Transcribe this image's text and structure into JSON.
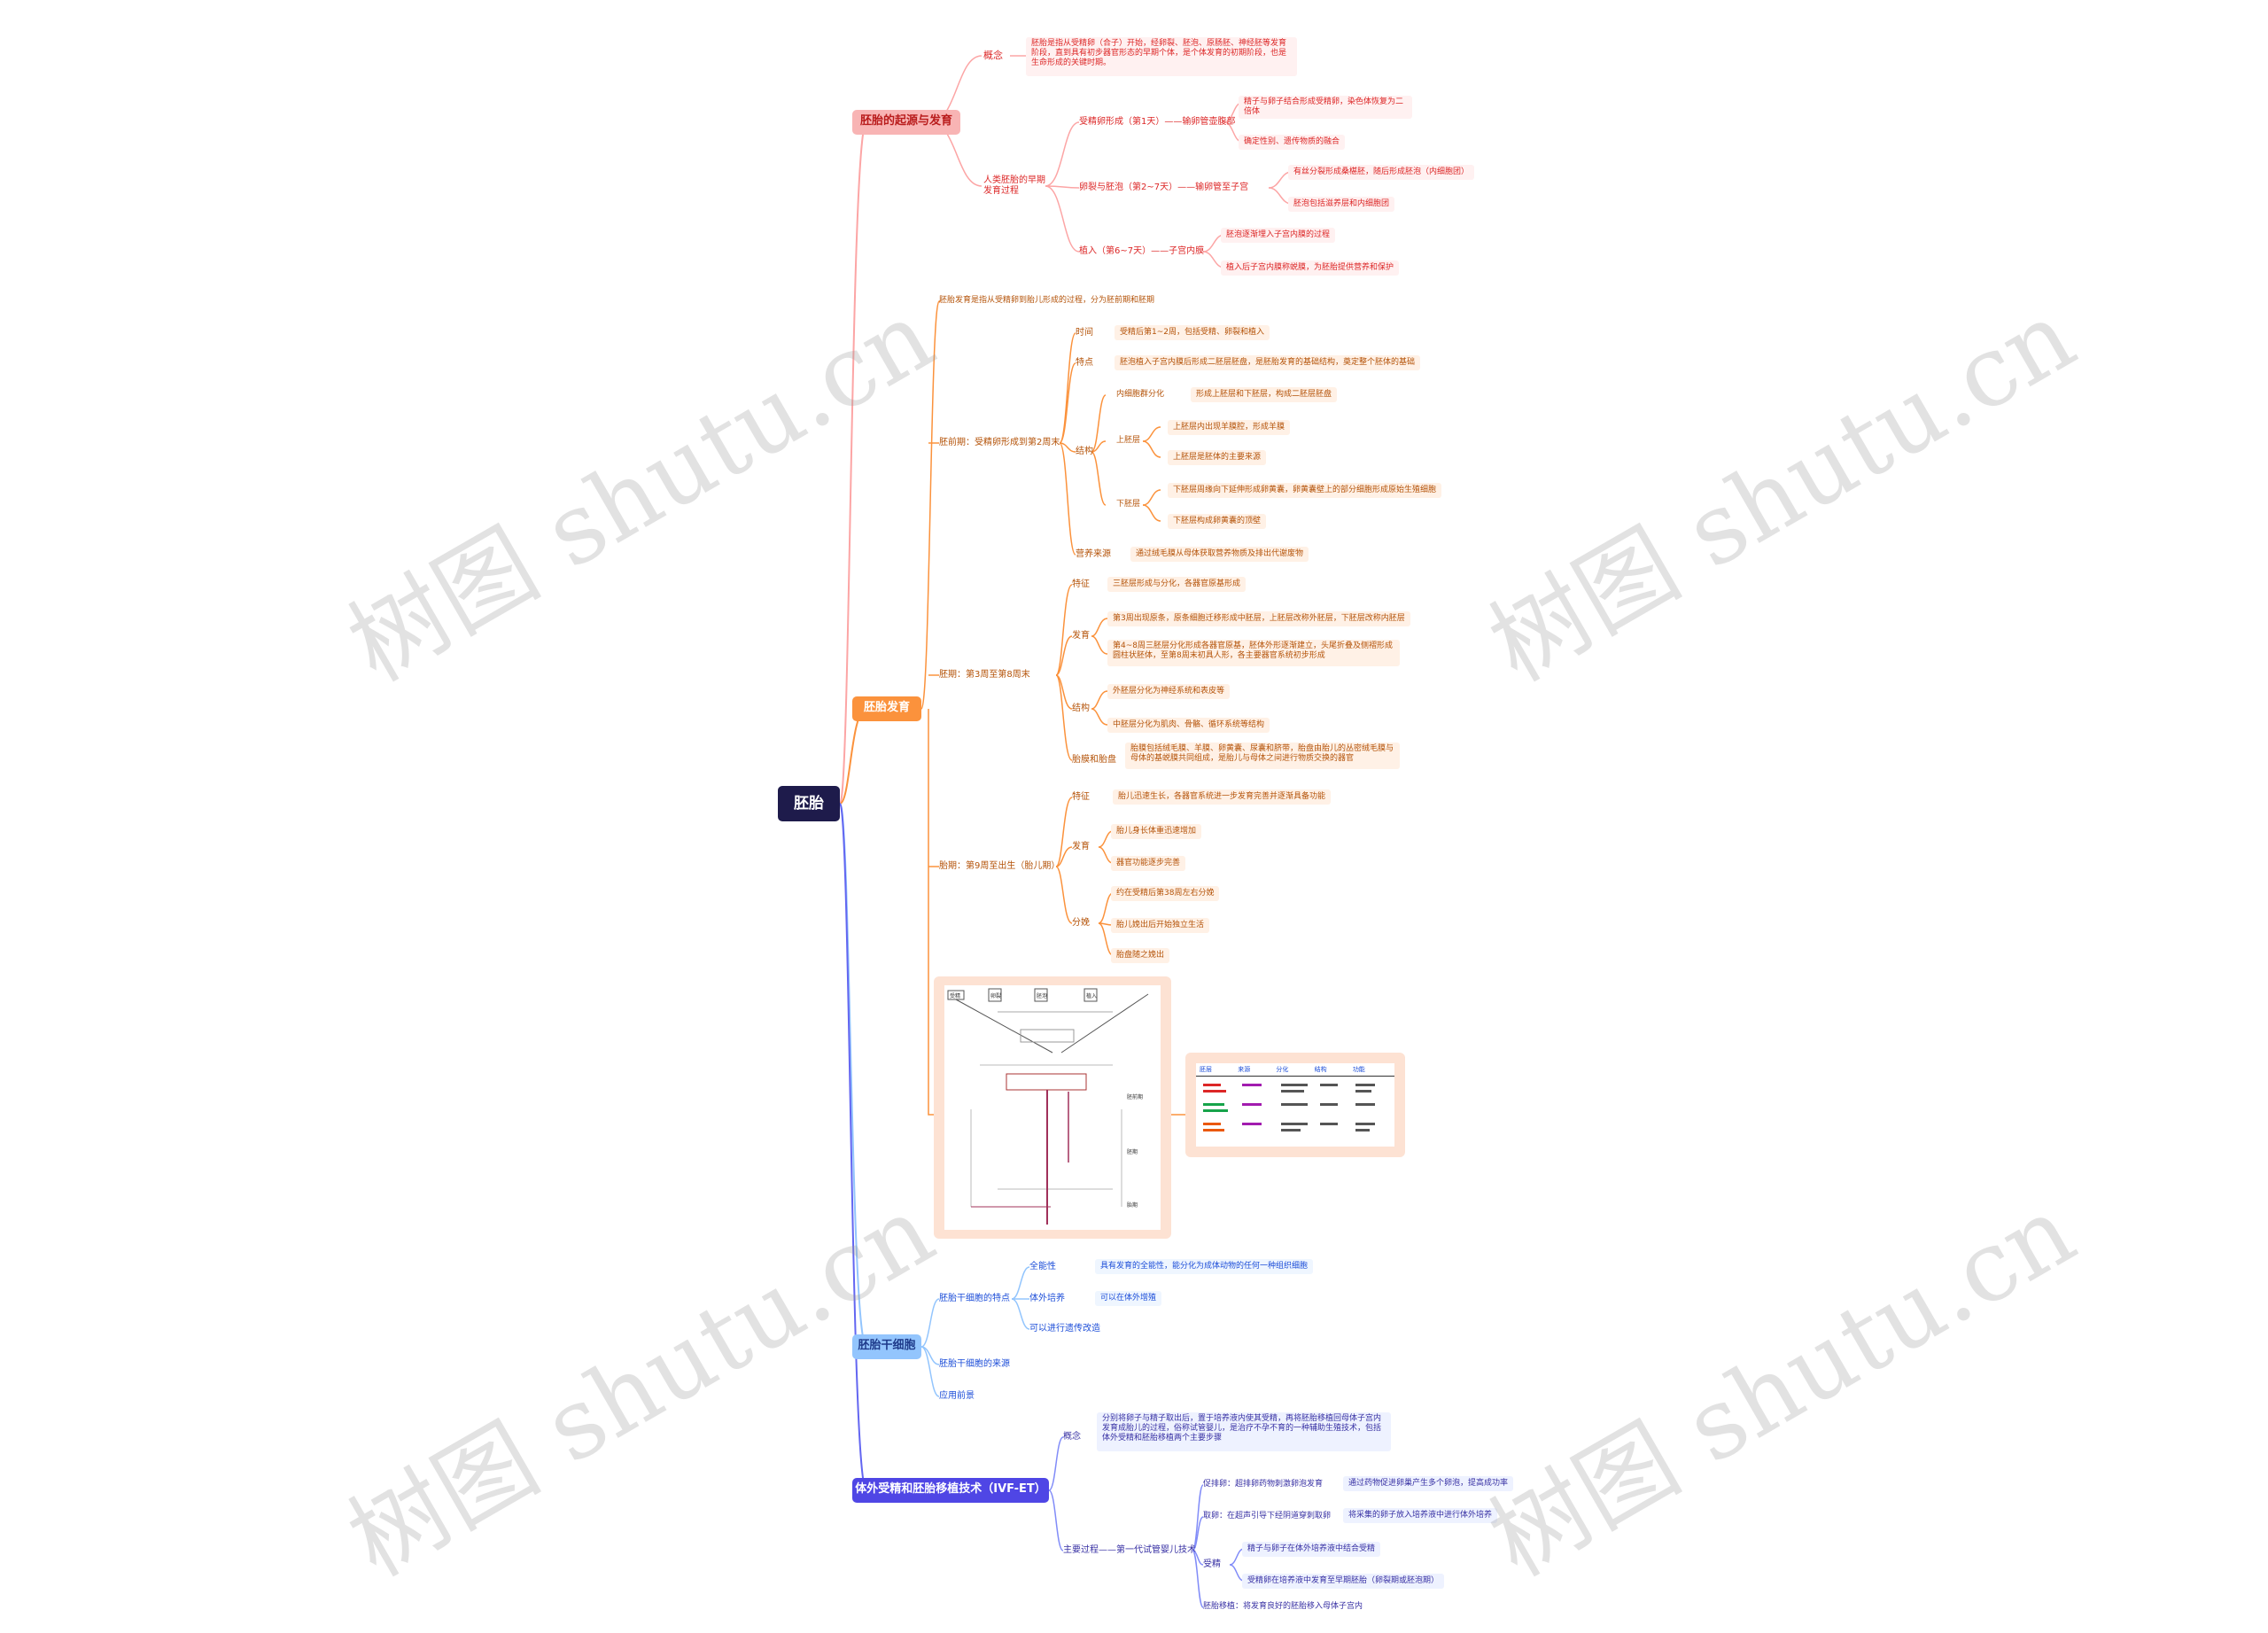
{
  "root": "胚胎",
  "branches": {
    "b1": {
      "label": "胚胎的起源与发育",
      "c1": {
        "label": "概念",
        "text": "胚胎是指从受精卵（合子）开始，经卵裂、胚泡、原肠胚、神经胚等发育阶段，直到具有初步器官形态的早期个体，是个体发育的初期阶段，也是生命形成的关键时期。"
      },
      "c2": {
        "label": "人类胚胎的早期发育过程",
        "g1": {
          "label": "受精卵形成（第1天）——输卵管壶腹部",
          "l1": "精子与卵子结合形成受精卵，染色体恢复为二倍体",
          "l2": "确定性别、遗传物质的融合"
        },
        "g2": {
          "label": "卵裂与胚泡（第2~7天）——输卵管至子宫",
          "l1": "有丝分裂形成桑椹胚，随后形成胚泡（内细胞团）",
          "l2": "胚泡包括滋养层和内细胞团"
        },
        "g3": {
          "label": "植入（第6~7天）——子宫内膜",
          "l1": "胚泡逐渐埋入子宫内膜的过程",
          "l2": "植入后子宫内膜称蜕膜，为胚胎提供营养和保护"
        }
      }
    },
    "b2": {
      "label": "胚胎发育",
      "c0": "胚胎发育是指从受精卵到胎儿形成的过程，分为胚前期和胚期",
      "c1": {
        "label": "胚前期：受精卵形成到第2周末",
        "a1": {
          "label": "时间",
          "text": "受精后第1~2周，包括受精、卵裂和植入"
        },
        "a2": {
          "label": "特点",
          "text": "胚泡植入子宫内膜后形成二胚层胚盘，是胚胎发育的基础结构，奠定整个胚体的基础"
        },
        "a3": {
          "label": "结构",
          "s1": {
            "label": "内细胞群分化",
            "text": "形成上胚层和下胚层，构成二胚层胚盘"
          },
          "s2": {
            "label": "上胚层",
            "l1": "上胚层内出现羊膜腔，形成羊膜",
            "l2": "上胚层是胚体的主要来源"
          },
          "s3": {
            "label": "下胚层",
            "l1": "下胚层周缘向下延伸形成卵黄囊，卵黄囊壁上的部分细胞形成原始生殖细胞",
            "l2": "下胚层构成卵黄囊的顶壁"
          }
        },
        "a4": {
          "label": "营养来源",
          "text": "通过绒毛膜从母体获取营养物质及排出代谢废物"
        }
      },
      "c2": {
        "label": "胚期：第3周至第8周末",
        "a1": {
          "label": "特征",
          "text": "三胚层形成与分化，各器官原基形成"
        },
        "a2": {
          "label": "发育",
          "l1": "第3周出现原条，原条细胞迁移形成中胚层，上胚层改称外胚层，下胚层改称内胚层",
          "l2": "第4~8周三胚层分化形成各器官原基，胚体外形逐渐建立，头尾折叠及侧褶形成圆柱状胚体，至第8周末初具人形，各主要器官系统初步形成"
        },
        "a3": {
          "label": "结构",
          "l1": "外胚层分化为神经系统和表皮等",
          "l2": "中胚层分化为肌肉、骨骼、循环系统等结构"
        },
        "a4": {
          "label": "胎膜和胎盘",
          "text": "胎膜包括绒毛膜、羊膜、卵黄囊、尿囊和脐带，胎盘由胎儿的丛密绒毛膜与母体的基蜕膜共同组成，是胎儿与母体之间进行物质交换的器官"
        }
      },
      "c3": {
        "label": "胎期：第9周至出生（胎儿期）",
        "a1": {
          "label": "特征",
          "text": "胎儿迅速生长，各器官系统进一步发育完善并逐渐具备功能"
        },
        "a2": {
          "label": "发育",
          "l1": "胎儿身长体重迅速增加",
          "l2": "器官功能逐步完善"
        },
        "a3": {
          "label": "分娩",
          "l1": "约在受精后第38周左右分娩",
          "l2": "胎儿娩出后开始独立生活",
          "l3": "胎盘随之娩出"
        }
      },
      "fig": {
        "boxes": [
          "受精",
          "卵裂",
          "胚泡",
          "植入"
        ],
        "labels": [
          "胚前期",
          "胚期",
          "胎期"
        ]
      },
      "table": {
        "headers": [
          "胚层",
          "来源",
          "分化",
          "结构",
          "功能"
        ]
      }
    },
    "b3": {
      "label": "胚胎干细胞",
      "c1": {
        "label": "胚胎干细胞的特点",
        "l1": {
          "label": "全能性",
          "text": "具有发育的全能性，能分化为成体动物的任何一种组织细胞"
        },
        "l2": {
          "label": "体外培养",
          "text": "可以在体外增殖"
        },
        "l3": "可以进行遗传改造"
      },
      "c2": "胚胎干细胞的来源",
      "c3": "应用前景"
    },
    "b4": {
      "label": "体外受精和胚胎移植技术（IVF-ET）",
      "c1": {
        "label": "概念",
        "text": "分别将卵子与精子取出后，置于培养液内使其受精，再将胚胎移植回母体子宫内发育成胎儿的过程，俗称试管婴儿，是治疗不孕不育的一种辅助生殖技术，包括体外受精和胚胎移植两个主要步骤"
      },
      "c2": {
        "label": "主要过程——第一代试管婴儿技术",
        "l1": {
          "label": "促排卵：超排卵药物刺激卵泡发育",
          "text": "通过药物促进卵巢产生多个卵泡，提高成功率"
        },
        "l2": {
          "label": "取卵：在超声引导下经阴道穿刺取卵",
          "text": "将采集的卵子放入培养液中进行体外培养"
        },
        "l3": {
          "label": "受精",
          "l1": "精子与卵子在体外培养液中结合受精",
          "l2": "受精卵在培养液中发育至早期胚胎（卵裂期或胚泡期）"
        },
        "l4": "胚胎移植：将发育良好的胚胎移入母体子宫内"
      }
    }
  },
  "watermarks": [
    "树图 shutu.cn",
    "树图 shutu.cn",
    "树图 shutu.cn",
    "树图 shutu.cn"
  ]
}
